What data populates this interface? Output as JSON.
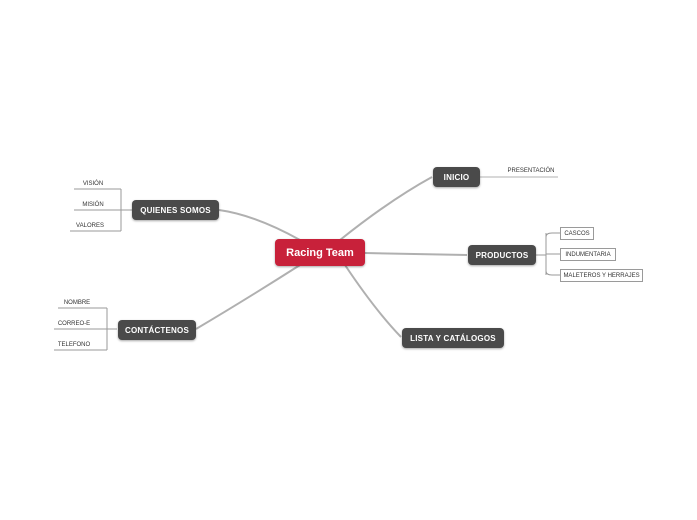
{
  "mindmap": {
    "root": {
      "label": "Racing Team"
    },
    "branches": {
      "inicio": {
        "label": "INICIO",
        "children": [
          "PRESENTACIÓN"
        ]
      },
      "quienes": {
        "label": "QUIENES SOMOS",
        "children": [
          "VISIÓN",
          "MISIÓN",
          "VALORES"
        ]
      },
      "productos": {
        "label": "PRODUCTOS",
        "children": [
          "CASCOS",
          "INDUMENTARIA",
          "MALETEROS Y HERRAJES"
        ]
      },
      "contactenos": {
        "label": "CONTÁCTENOS",
        "children": [
          "NOMBRE",
          "CORREO-E",
          "TELEFONO"
        ]
      },
      "lista": {
        "label": "LISTA Y CATÁLOGOS"
      }
    }
  },
  "colors": {
    "root": "#c8213a",
    "branch": "#4a4a4a",
    "connector": "#b0b0b0"
  }
}
